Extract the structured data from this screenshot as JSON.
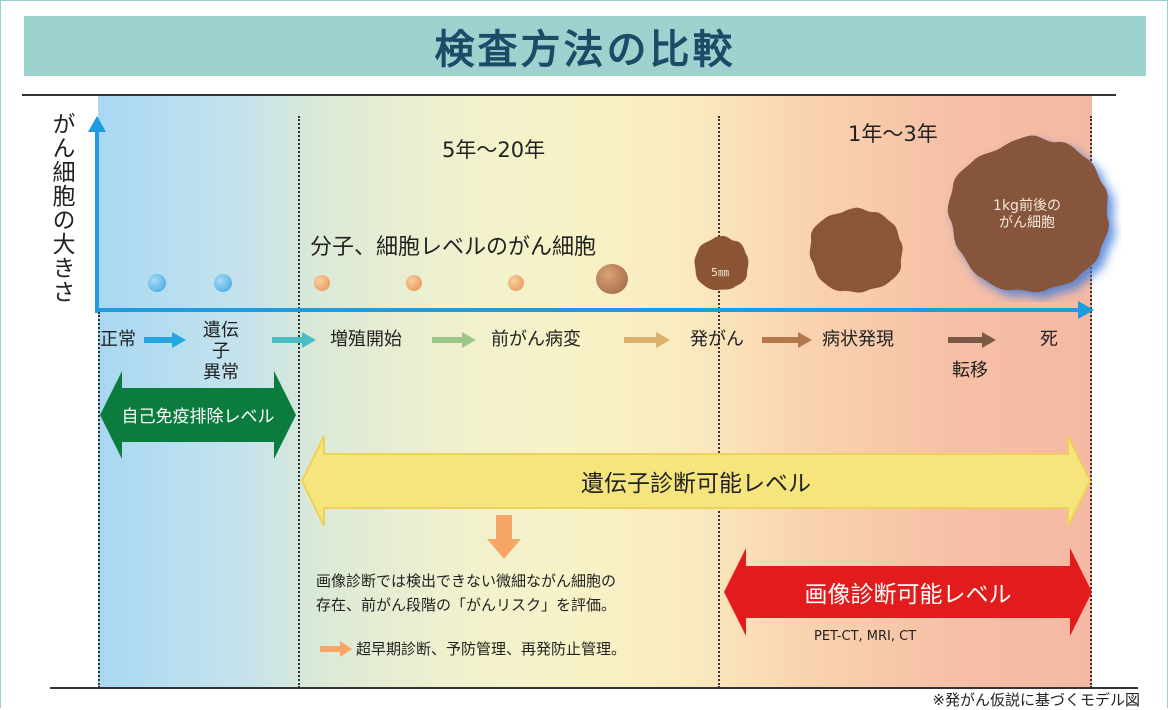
{
  "title": "検査方法の比較",
  "y_axis_label": "がん細胞の大きさ",
  "periods": {
    "early": "5年〜20年",
    "late": "1年〜3年"
  },
  "cell_level_label": "分子、細胞レベルのがん細胞",
  "blob_labels": {
    "size_5mm": "5㎜",
    "large_line1": "1kg前後の",
    "large_line2": "がん細胞"
  },
  "stages": {
    "normal": "正常",
    "gene_line1": "遺伝子",
    "gene_line2": "異常",
    "proliferation": "増殖開始",
    "precancer": "前がん病変",
    "carcinogenesis": "発がん",
    "symptoms": "病状発現",
    "metastasis": "転移",
    "death": "死"
  },
  "bands": {
    "immune": "自己免疫排除レベル",
    "genetic": "遺伝子診断可能レベル",
    "imaging": "画像診断可能レベル",
    "imaging_modalities": "PET-CT, MRI, CT"
  },
  "note": {
    "line1": "画像診断では検出できない微細ながん細胞の",
    "line2": "存在、前がん段階の「がんリスク」を評価。",
    "line3": "超早期診断、予防管理、再発防止管理。"
  },
  "footnote": "※発がん仮説に基づくモデル図",
  "colors": {
    "title_bg": "#9dd3cf",
    "title_text": "#1d4a66",
    "axis": "#1f9be0",
    "immune_band": "#0e7e3e",
    "genetic_band": "#f6e87e",
    "imaging_band": "#e31b1b",
    "cell_blue": "#4ab0e6",
    "cell_orange": "#f0a464",
    "cell_brown": "#8b5a3a"
  }
}
